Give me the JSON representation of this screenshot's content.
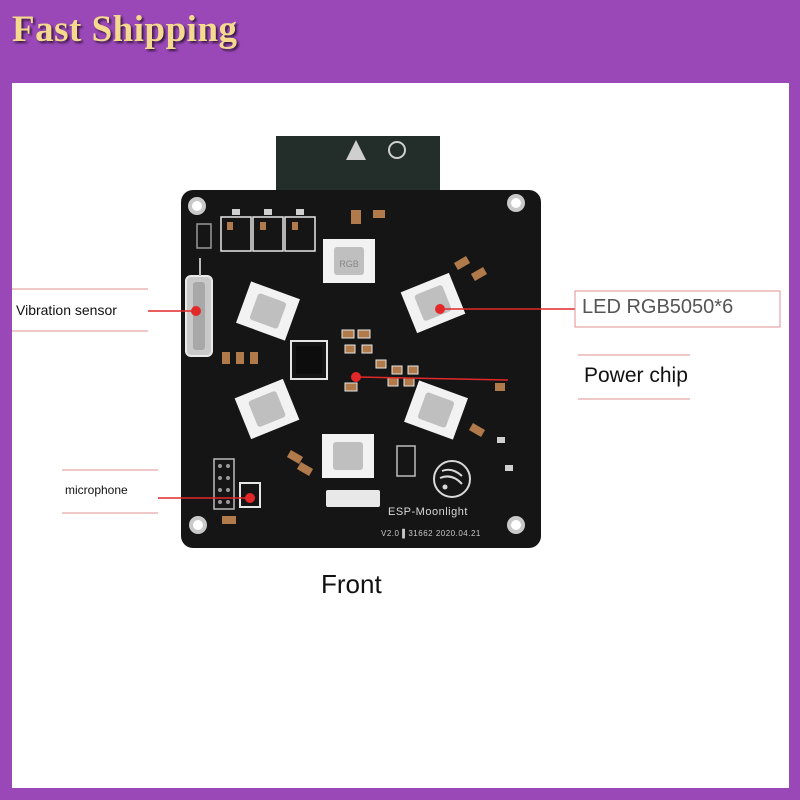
{
  "banner": {
    "text": "Fast Shipping",
    "bg_color": "#9a48b8",
    "text_color": "#f4d98e"
  },
  "board": {
    "silkscreen_name": "ESP-Moonlight",
    "silkscreen_version": "V2.0 ▌31662 2020.04.21"
  },
  "callouts": {
    "vibration_sensor": "Vibration sensor",
    "microphone": "microphone",
    "led": "LED RGB5050*6",
    "power_chip": "Power chip"
  },
  "caption": "Front",
  "colors": {
    "marker": "#e3282a",
    "pcb": "#151515",
    "led_pad": "#f2f2f2"
  }
}
